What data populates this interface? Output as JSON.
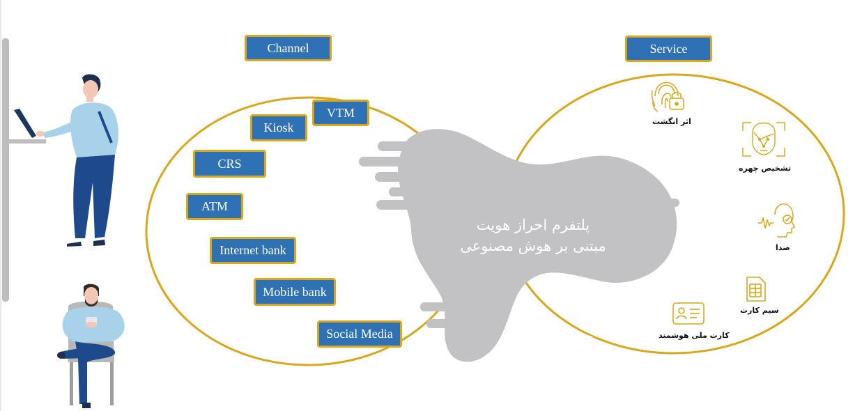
{
  "headers": {
    "channel": "Channel",
    "service": "Service"
  },
  "channels": [
    "VTM",
    "Kiosk",
    "CRS",
    "ATM",
    "Internet bank",
    "Mobile bank",
    "Social Media"
  ],
  "center": {
    "line1": "پلتفرم احراز هویت",
    "line2": "مبتنی بر هوش مصنوعی"
  },
  "services": {
    "fingerprint": "اثر انگشت",
    "face": "تشخیص چهره",
    "voice": "صدا",
    "sim": "سیم کارت",
    "smart_card": "کارت ملی هوشمند"
  },
  "icons": [
    "fingerprint-lock-icon",
    "face-recognition-icon",
    "voice-recognition-icon",
    "sim-card-icon",
    "id-card-icon"
  ],
  "colors": {
    "accent": "#d9a61c",
    "tag": "#2f71b5",
    "blob": "#c2c2c4",
    "shirt": "#a8d2ea",
    "pants": "#1e4a8c"
  }
}
